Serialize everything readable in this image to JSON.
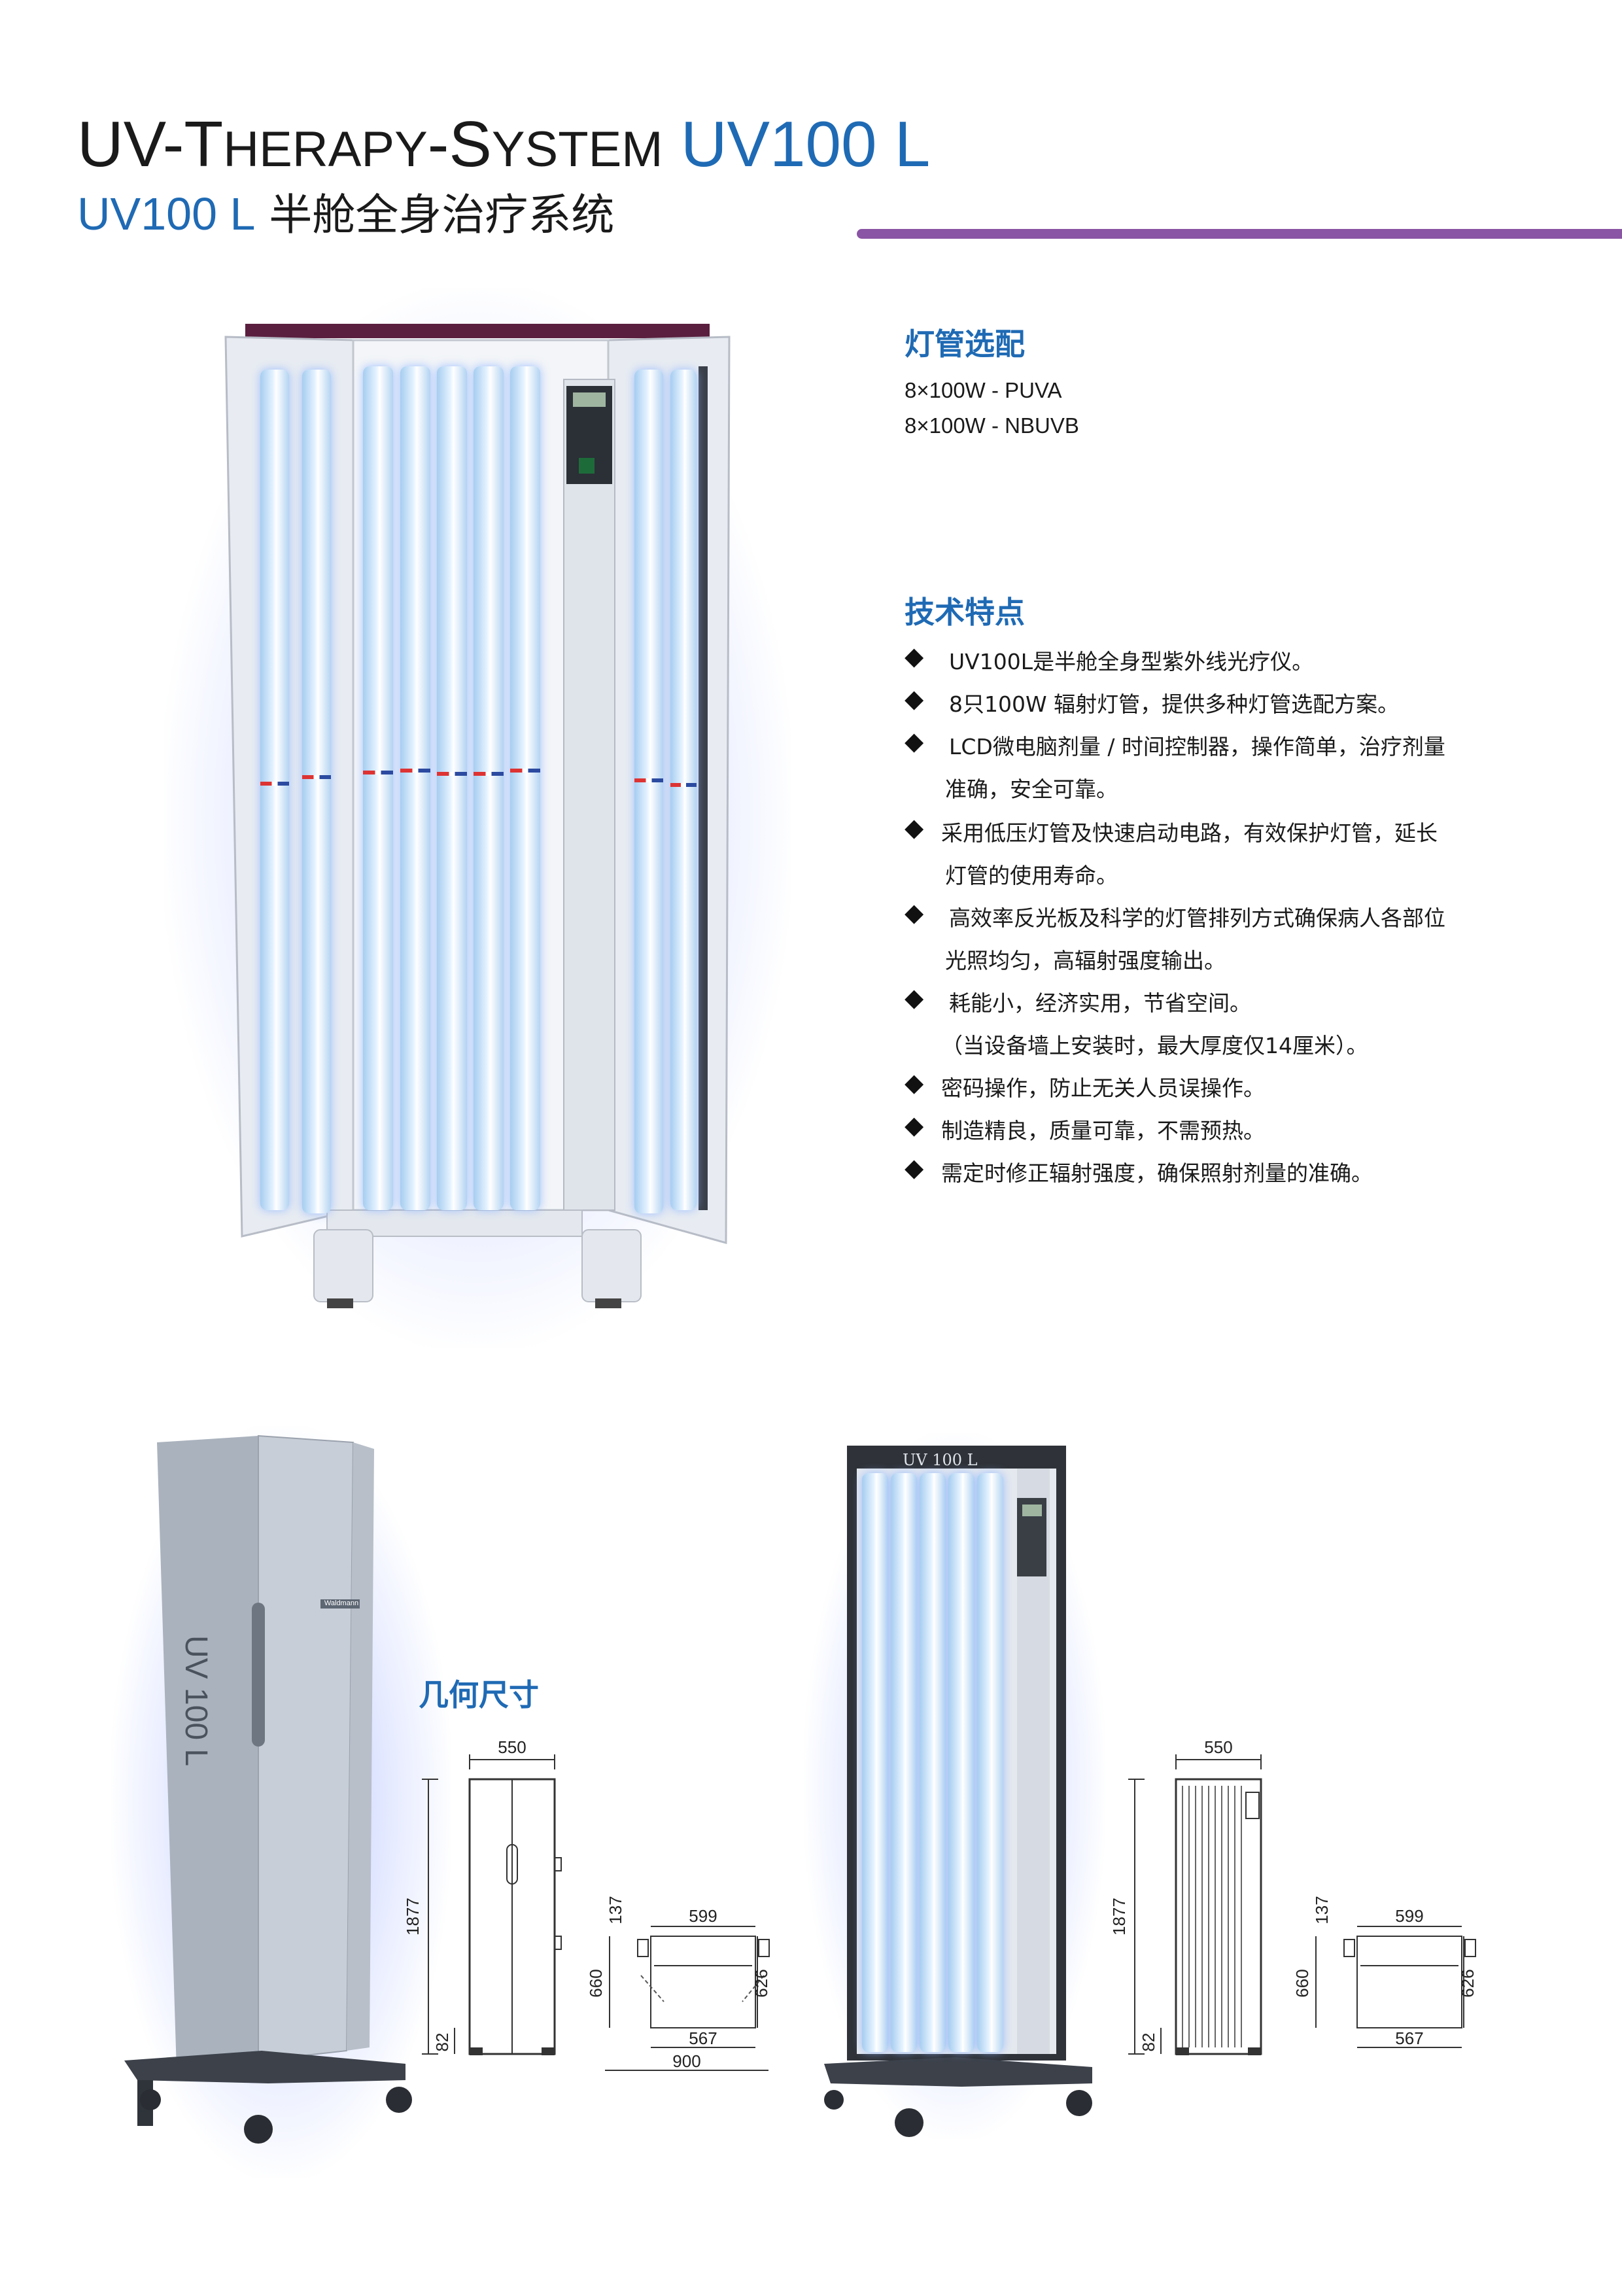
{
  "header": {
    "title_prefix": "UV-",
    "title_t": "T",
    "title_herapy": "HERAPY",
    "title_dash": "-",
    "title_s": "S",
    "title_ystem": "YSTEM",
    "title_model": "UV100 L",
    "subtitle_model": "UV100 L",
    "subtitle_text": "半舱全身治疗系统",
    "accent_color": "#1f6ab4",
    "rule_color": "#8a55a4"
  },
  "lamp_options": {
    "heading": "灯管选配",
    "items": [
      "8×100W - PUVA",
      "8×100W - NBUVB"
    ]
  },
  "features": {
    "heading": "技术特点",
    "bullet": "◆",
    "items": [
      {
        "lines": [
          "UV100L是半舱全身型紫外线光疗仪。"
        ]
      },
      {
        "lines": [
          "8只100W 辐射灯管，提供多种灯管选配方案。"
        ]
      },
      {
        "lines": [
          "LCD微电脑剂量 / 时间控制器，操作简单，治疗剂量",
          "准确，安全可靠。"
        ]
      },
      {
        "lines": [
          "采用低压灯管及快速启动电路，有效保护灯管，延长",
          "灯管的使用寿命。"
        ]
      },
      {
        "lines": [
          "高效率反光板及科学的灯管排列方式确保病人各部位",
          "光照均匀，高辐射强度输出。"
        ]
      },
      {
        "lines": [
          "耗能小，经济实用，节省空间。",
          "（当设备墙上安装时，最大厚度仅14厘米）。"
        ]
      },
      {
        "lines": [
          "密码操作，防止无关人员误操作。"
        ]
      },
      {
        "lines": [
          "制造精良，质量可靠，不需预热。"
        ]
      },
      {
        "lines": [
          "需定时修正辐射强度，确保照射剂量的准确。"
        ]
      }
    ]
  },
  "products": {
    "closed_unit_label": "UV 100 L",
    "closed_unit_brand": "Waldmann",
    "open_unit_label": "UV 100 L"
  },
  "dimensions": {
    "heading": "几何尺寸",
    "left": {
      "width": "550",
      "height": "1877",
      "base_gap": "82",
      "depth_top": "599",
      "side_top": "137",
      "side_height": "660",
      "right_height": "626",
      "base_inner": "567",
      "base_outer": "900"
    },
    "right": {
      "width": "550",
      "height": "1877",
      "base_gap": "82",
      "depth_top": "599",
      "side_top": "137",
      "side_height": "660",
      "right_height": "626",
      "base_inner": "567"
    }
  }
}
